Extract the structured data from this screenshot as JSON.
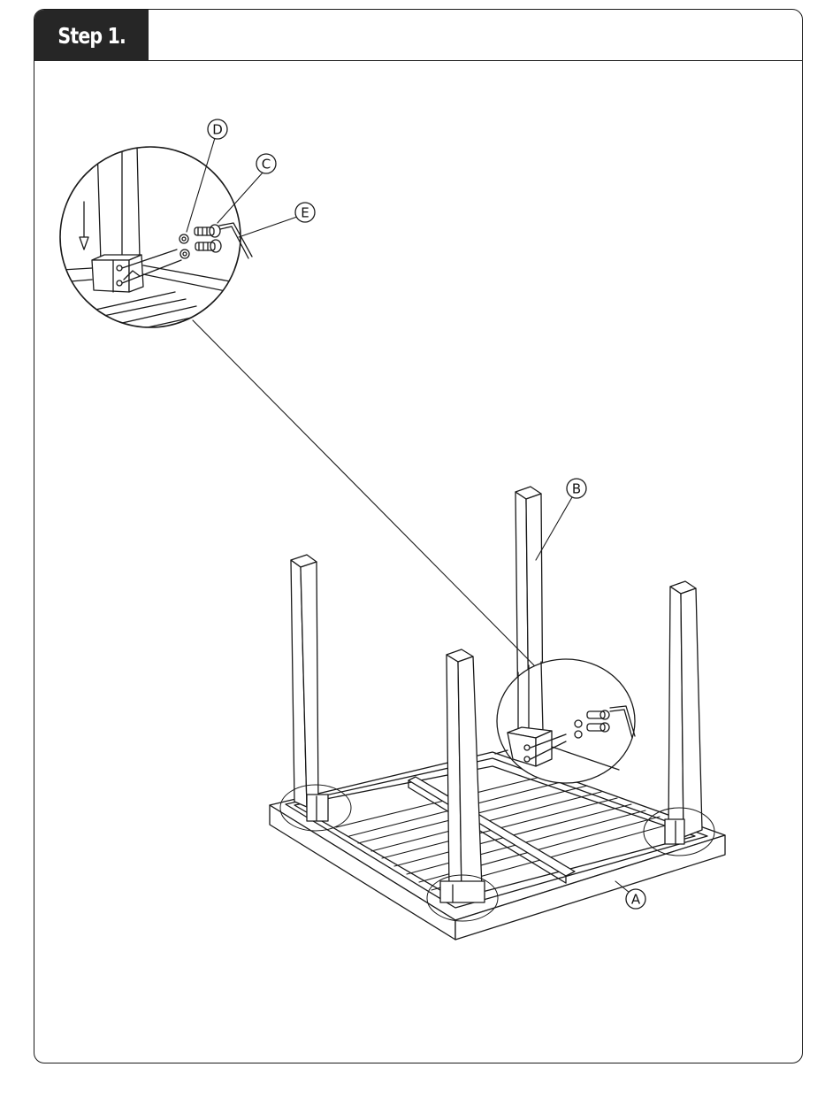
{
  "header": {
    "step_label": "Step 1."
  },
  "callouts": {
    "a": "A",
    "b": "B",
    "c": "C",
    "d": "D",
    "e": "E"
  },
  "icons": {
    "direction": "down-arrow-icon"
  },
  "colors": {
    "ink": "#1a1a1a",
    "tab_background": "#262626",
    "tab_text": "#ffffff"
  }
}
